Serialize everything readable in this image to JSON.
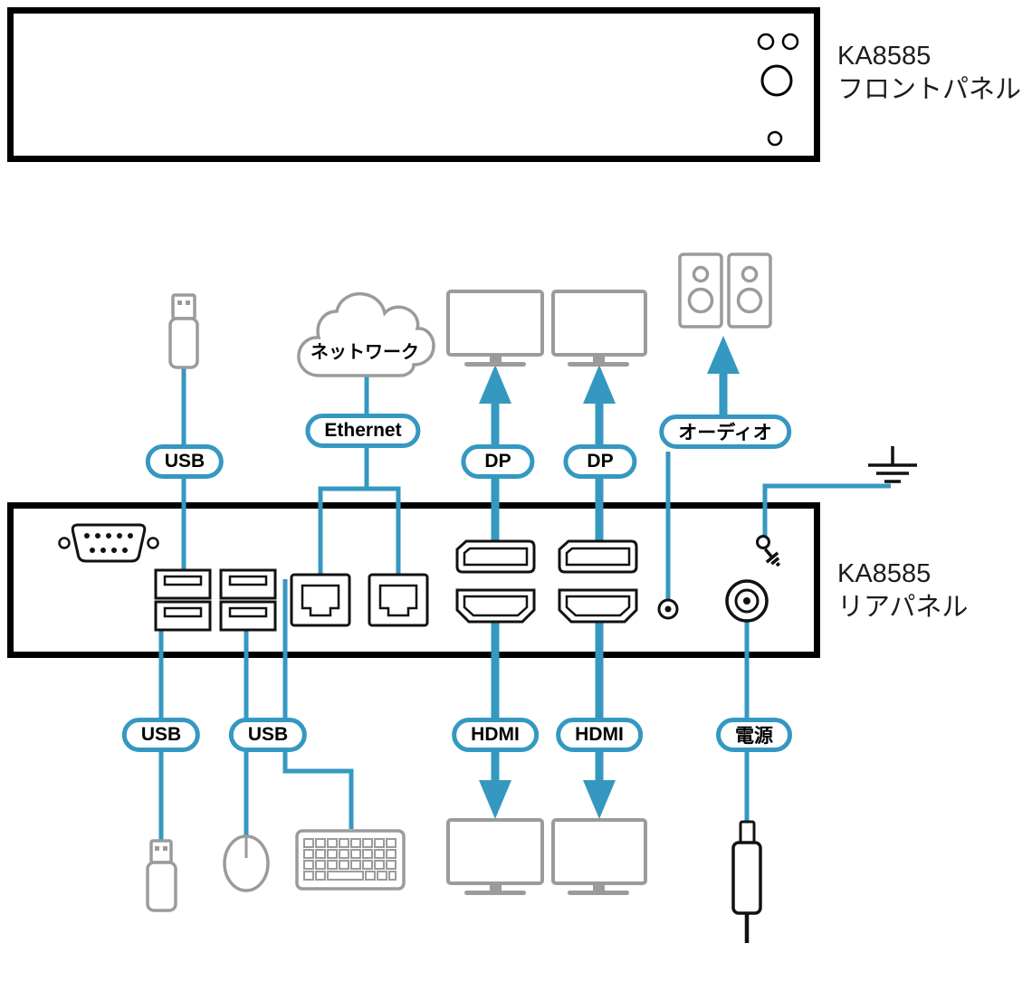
{
  "colors": {
    "accent_blue": "#3598c0",
    "device_gray": "#9b9b9b",
    "ink_black": "#111111",
    "panel_border": "#000000"
  },
  "front_panel": {
    "title": "KA8585",
    "subtitle": "フロントパネル"
  },
  "rear_panel": {
    "title": "KA8585",
    "subtitle": "リアパネル"
  },
  "network_cloud": {
    "label": "ネットワーク"
  },
  "connection_labels": {
    "usb_top": "USB",
    "ethernet": "Ethernet",
    "dp_left": "DP",
    "dp_right": "DP",
    "audio": "オーディオ",
    "usb_bottom_left": "USB",
    "usb_bottom_right": "USB",
    "hdmi_left": "HDMI",
    "hdmi_right": "HDMI",
    "power": "電源"
  },
  "icons": [
    "usb-flash-drive-top-icon",
    "network-cloud-icon",
    "monitor-top-left-icon",
    "monitor-top-right-icon",
    "speakers-icon",
    "ground-symbol-icon",
    "serial-db9-port-icon",
    "usb-port-stack-left-icon",
    "usb-port-stack-right-icon",
    "ethernet-port-left-icon",
    "ethernet-port-right-icon",
    "displayport-left-icon",
    "displayport-right-icon",
    "hdmi-port-left-icon",
    "hdmi-port-right-icon",
    "audio-jack-icon",
    "power-socket-icon",
    "grounding-terminal-icon",
    "usb-flash-drive-bottom-icon",
    "mouse-icon",
    "keyboard-icon",
    "monitor-bottom-left-icon",
    "monitor-bottom-right-icon",
    "power-plug-icon",
    "front-panel-controls-icon"
  ]
}
